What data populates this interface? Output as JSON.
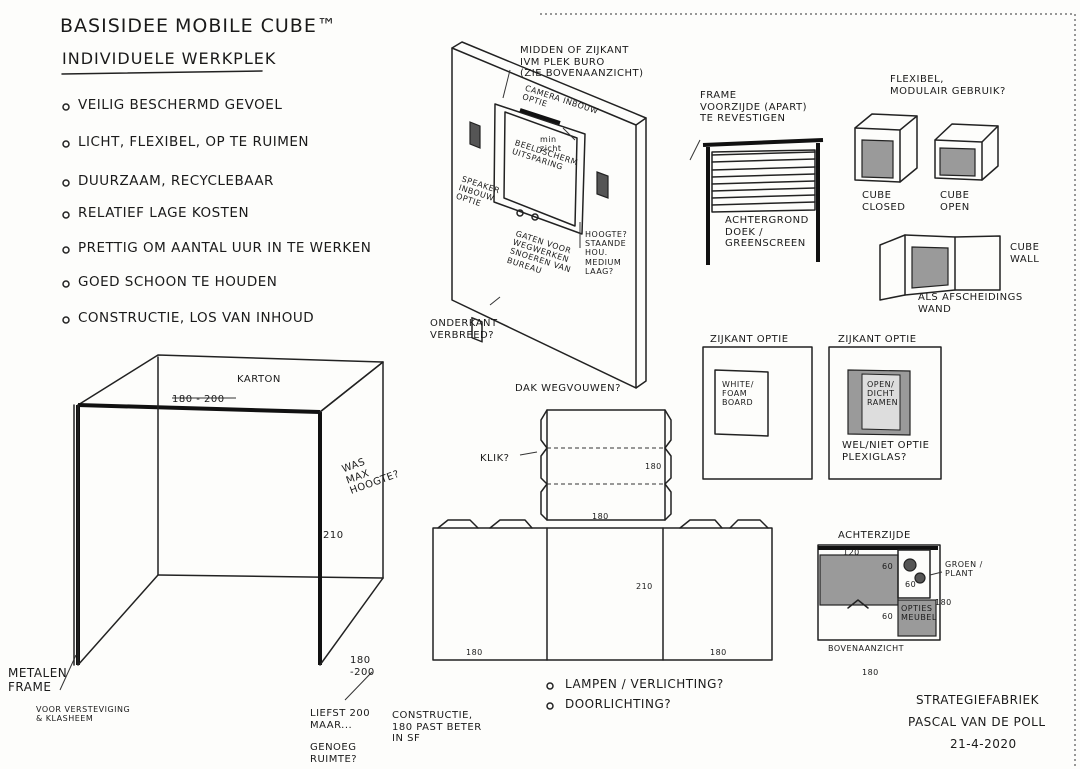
{
  "title": {
    "basisidee": "BASISIDEE",
    "mobile_cube": "MOBILE CUBE™",
    "subtitle": "INDIVIDUELE WERKPLEK"
  },
  "bullets": [
    "VEILIG BESCHERMD GEVOEL",
    "LICHT, FLEXIBEL, OP TE RUIMEN",
    "DUURZAAM, RECYCLEBAAR",
    "RELATIEF LAGE KOSTEN",
    "PRETTIG OM AANTAL UUR IN TE WERKEN",
    "GOED SCHOON TE HOUDEN",
    "CONSTRUCTIE, LOS VAN INHOUD"
  ],
  "cube": {
    "karton": "KARTON",
    "width": "180 - 200",
    "height": "210",
    "depth": "180\n-200",
    "mogelijk": "WAS\nMAX\nHOOGTE?",
    "metalen_frame": "METALEN\nFRAME",
    "frame_note": "VOOR VERSTEVIGING\n& KLASHEEM",
    "liefst": "LIEFST 200\nMAAR...",
    "genoeg": "GENOEG\nRUIMTE?",
    "constructie": "CONSTRUCTIE,\n180 PAST BETER\nIN SF"
  },
  "wall_panel": {
    "midden": "MIDDEN OF ZIJKANT\nIVM PLEK BURO\n(ZIE BOVENAANZICHT)",
    "camera": "CAMERA INBOUW\nOPTIE",
    "min_zicht": "min\nzicht",
    "beeldscherm": "BEELDSCHERM\nUITSPARING",
    "speaker": "SPEAKER\nINBOUW\nOPTIE",
    "gaten": "GATEN VOOR\nWEGWERKEN\nSNOEREN VAN\nBUREAU",
    "hoogte": "HOOGTE?\nSTAANDE\nHOU.\nMEDIUM\nLAAG?",
    "onderkant": "ONDERKANT\nVERBREED?"
  },
  "frame_sketch": {
    "frame": "FRAME\nVOORZIJDE (APART)\nTE REVESTIGEN",
    "achtergrond": "ACHTERGROND\nDOEK /\nGREENSCREEN"
  },
  "flexible": {
    "title": "FLEXIBEL,\nMODULAIR GEBRUIK?",
    "cube_closed": "CUBE\nCLOSED",
    "cube_open": "CUBE\nOPEN",
    "cube_wall": "CUBE\nWALL",
    "afscheiding": "ALS AFSCHEIDINGS\nWAND"
  },
  "zijkant": {
    "title1": "ZIJKANT OPTIE",
    "title2": "ZIJKANT OPTIE",
    "whiteboard": "WHITE/\nFOAM\nBOARD",
    "open_dicht": "OPEN/\nDICHT\nRAMEN",
    "plexiglas": "WEL/NIET OPTIE\nPLEXIGLAS?"
  },
  "unfold": {
    "dak": "DAK WEGVOUWEN?",
    "klik": "KLIK?",
    "d180_top": "180",
    "d180_side": "180",
    "d210": "210",
    "d180_left": "180",
    "d180_right": "180",
    "lampen": "LAMPEN / VERLICHTING?",
    "doorlichting": "DOORLICHTING?"
  },
  "achterzijde": {
    "title": "ACHTERZIJDE",
    "d120": "120",
    "d60a": "60",
    "d60b": "60",
    "groen": "GROEN /\nPLANT",
    "opties": "OPTIES\nMEUBEL",
    "d180": "180",
    "bovenaanzicht": "BOVENAANZICHT",
    "d180_bottom": "180",
    "d60c": "60"
  },
  "signature": {
    "org": "STRATEGIEFABRIEK",
    "name": "PASCAL VAN DE POLL",
    "date": "21-4-2020"
  }
}
